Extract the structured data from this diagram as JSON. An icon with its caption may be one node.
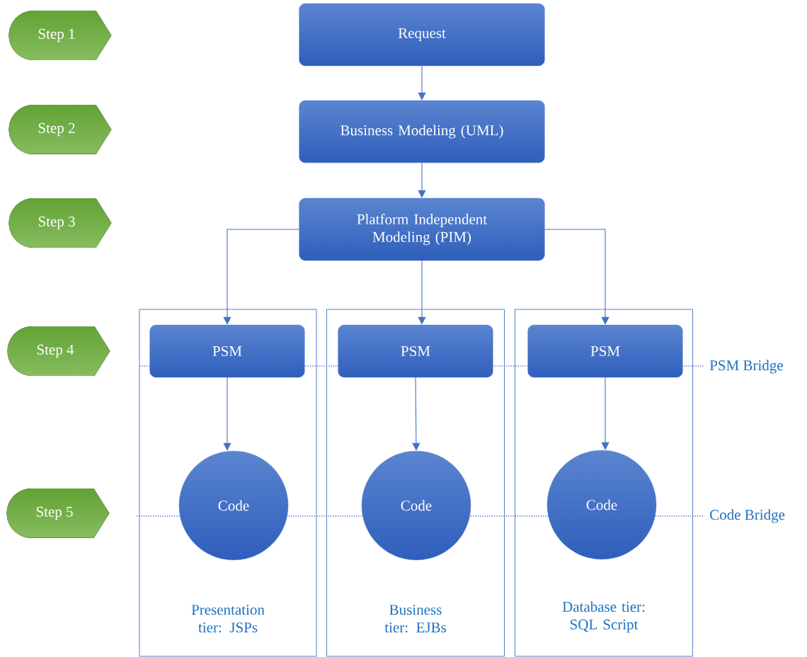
{
  "diagram": {
    "nodes": [
      {
        "text": [
          "Step 1"
        ]
      },
      {
        "text": [
          "Step 2"
        ]
      },
      {
        "text": [
          "Step 3"
        ]
      },
      {
        "text": [
          "Step 4"
        ]
      },
      {
        "text": [
          "Step 5"
        ]
      },
      {
        "text": [
          "Request"
        ]
      },
      {
        "text": [
          "Business Modeling (UML)"
        ]
      },
      {
        "text": [
          "Platform Independent Modeling (PIM)"
        ]
      },
      {
        "text": [
          "Presentation tier: JSPs"
        ]
      },
      {
        "text": [
          "PSM"
        ],
        "in": 8
      },
      {
        "text": [
          "Code"
        ],
        "in": 8
      },
      {
        "text": [
          "Business tier: EJBs"
        ]
      },
      {
        "text": [
          "PSM"
        ],
        "in": 11
      },
      {
        "text": [
          "Code"
        ],
        "in": 11
      },
      {
        "text": [
          "Database tier: SQL Script"
        ]
      },
      {
        "text": [
          "PSM"
        ],
        "in": 14
      },
      {
        "text": [
          "Code"
        ],
        "in": 14
      }
    ],
    "edges": [
      {
        "from": 5,
        "to": 6,
        "arrow": "to"
      },
      {
        "from": 6,
        "to": 7,
        "arrow": "to"
      },
      {
        "from": 7,
        "to": 9,
        "arrow": "to"
      },
      {
        "from": 7,
        "to": 12,
        "arrow": "to"
      },
      {
        "from": 7,
        "to": 15,
        "arrow": "to"
      },
      {
        "from": 9,
        "to": 10,
        "arrow": "to"
      },
      {
        "from": 12,
        "to": 13,
        "arrow": "to"
      },
      {
        "from": 15,
        "to": 16,
        "arrow": "to"
      }
    ],
    "labels": [
      "PSM Bridge",
      "Code Bridge"
    ]
  }
}
